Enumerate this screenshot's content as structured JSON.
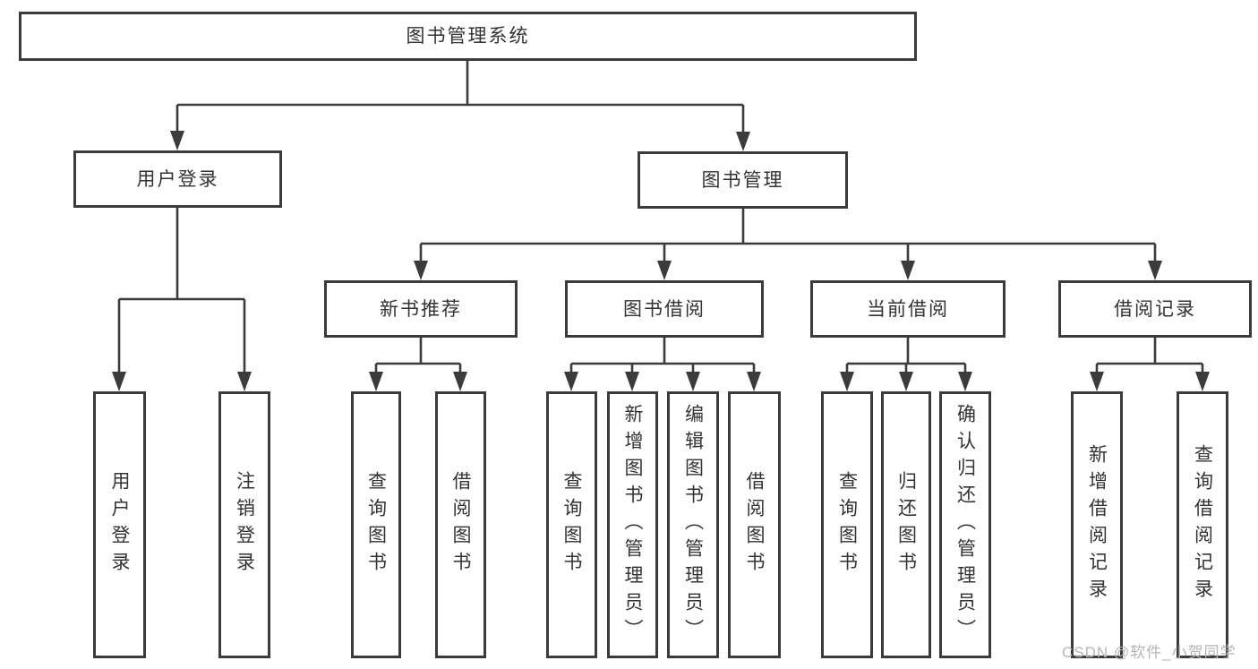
{
  "diagram": {
    "root": {
      "label": "图书管理系统"
    },
    "level2": [
      {
        "label": "用户登录",
        "children": [
          {
            "label": "用户登录"
          },
          {
            "label": "注销登录"
          }
        ]
      },
      {
        "label": "图书管理",
        "children": [
          {
            "label": "新书推荐",
            "children": [
              {
                "label": "查询图书"
              },
              {
                "label": "借阅图书"
              }
            ]
          },
          {
            "label": "图书借阅",
            "children": [
              {
                "label": "查询图书"
              },
              {
                "label": "新增图书（管理员）"
              },
              {
                "label": "编辑图书（管理员）"
              },
              {
                "label": "借阅图书"
              }
            ]
          },
          {
            "label": "当前借阅",
            "children": [
              {
                "label": "查询图书"
              },
              {
                "label": "归还图书"
              },
              {
                "label": "确认归还（管理员）"
              }
            ]
          },
          {
            "label": "借阅记录",
            "children": [
              {
                "label": "新增借阅记录"
              },
              {
                "label": "查询借阅记录"
              }
            ]
          }
        ]
      }
    ]
  },
  "colors": {
    "line": "#3b3b3b",
    "text": "#333333",
    "watermark": "#b5b5b5",
    "background": "#ffffff"
  },
  "watermark": {
    "text": "CSDN @软件_小贺同学"
  }
}
